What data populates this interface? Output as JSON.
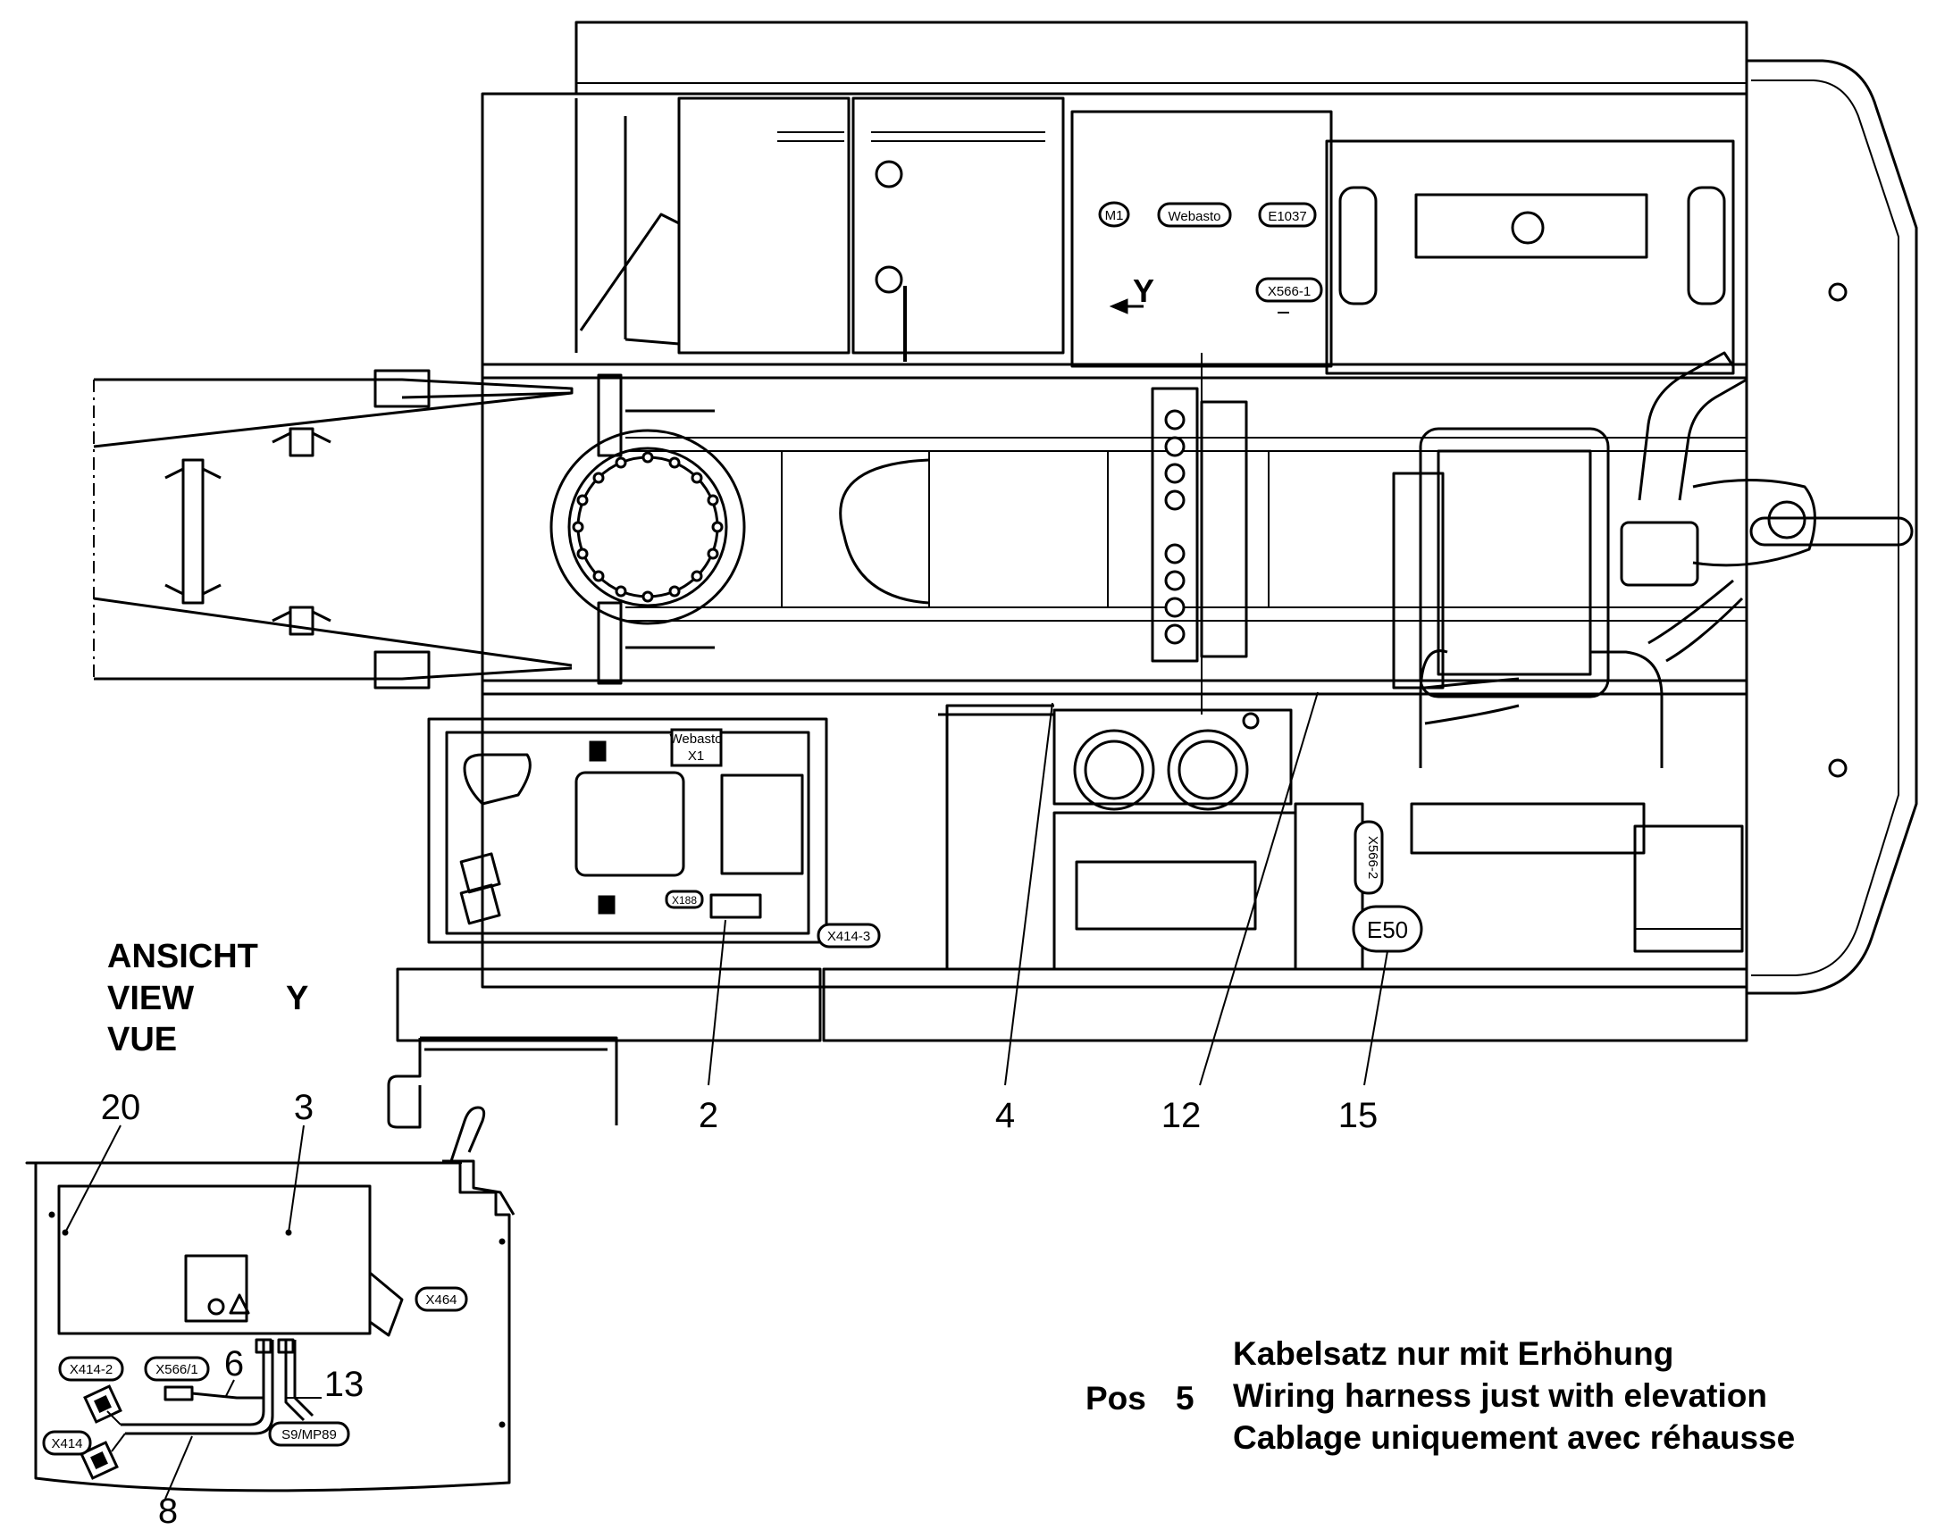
{
  "view_label": {
    "line1": "ANSICHT",
    "line2": "VIEW",
    "line3": "VUE",
    "letter": "Y"
  },
  "view_marker": "Y",
  "callouts": {
    "c2": "2",
    "c3": "3",
    "c4": "4",
    "c6": "6",
    "c8": "8",
    "c12": "12",
    "c13": "13",
    "c15": "15",
    "c20": "20"
  },
  "tags": {
    "m1": "M1",
    "webasto": "Webasto",
    "e1037": "E1037",
    "x566_1": "X566-1",
    "x566_2": "X566-2",
    "e50": "E50",
    "x414_3": "X414-3",
    "x188": "X188",
    "webasto_box": "Webasto",
    "x1": "X1",
    "x464": "X464",
    "x414_2": "X414-2",
    "x566_slash1": "X566/1",
    "x414": "X414",
    "s9mp89": "S9/MP89"
  },
  "note": {
    "pos_label": "Pos",
    "pos_number": "5",
    "line_de": "Kabelsatz nur mit Erhöhung",
    "line_en": "Wiring harness just with elevation",
    "line_fr": "Cablage uniquement avec réhausse"
  }
}
